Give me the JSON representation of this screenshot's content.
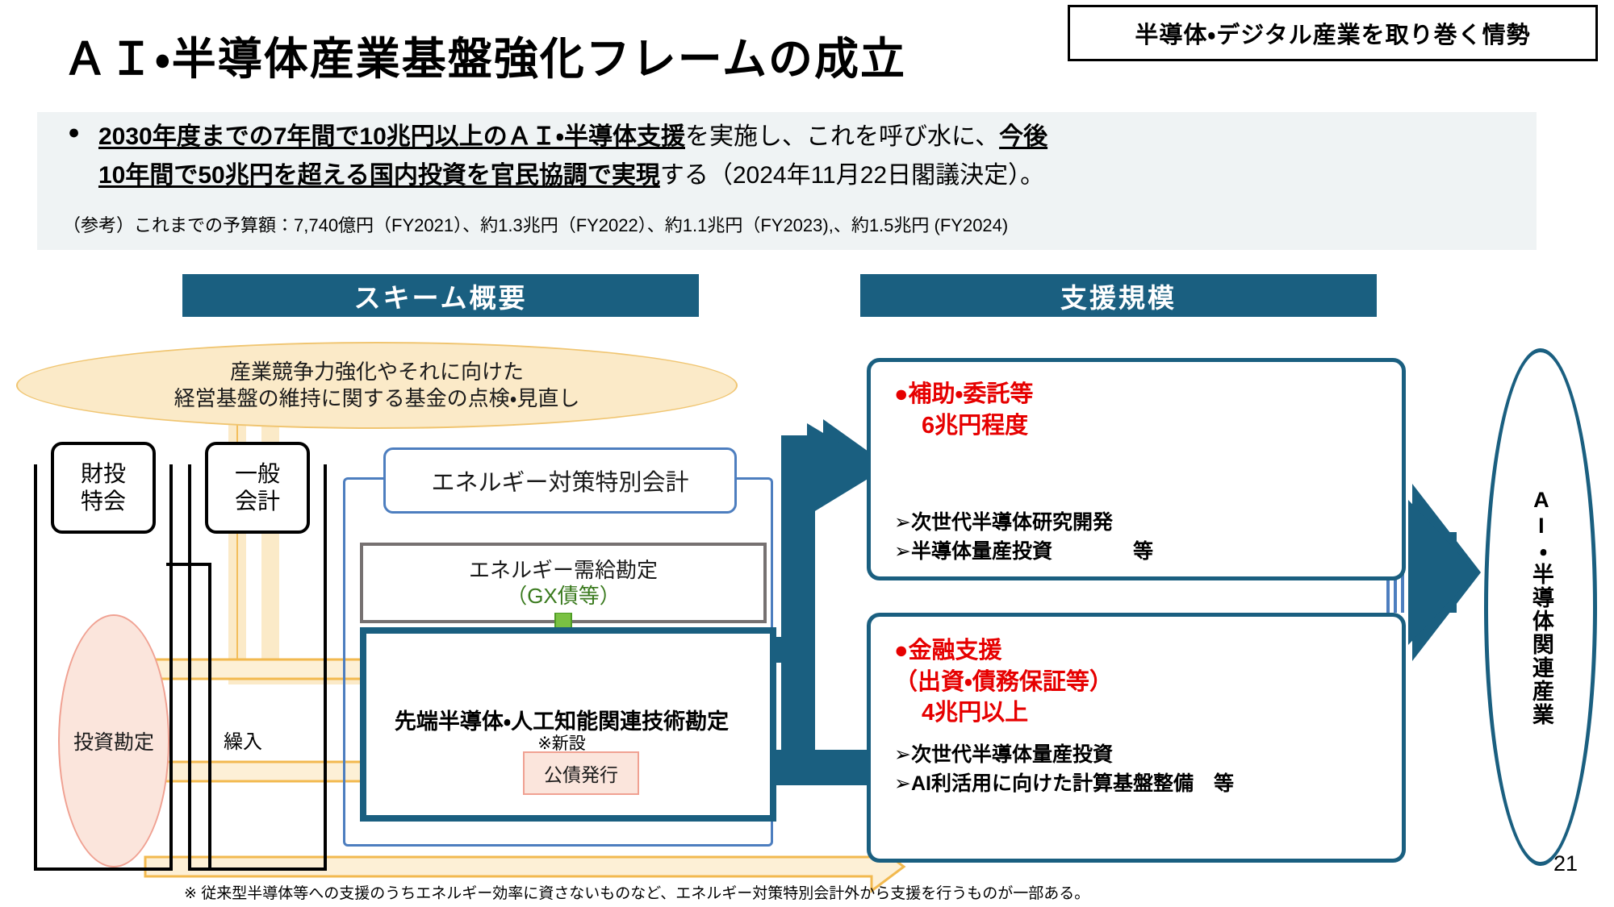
{
  "header": {
    "tag_label": "半導体・デジタル産業を取り巻く情勢",
    "title": "ＡＩ・半導体産業基盤強化フレームの成立"
  },
  "summary": {
    "bullet_glyph": "●",
    "line1_bold_a": "2030年度までの7年間で10兆円以上のＡＩ・半導体支援",
    "line1_normal": "を実施し、これを呼び水に、",
    "line1_bold_b": "今後",
    "line2_bold": "10年間で50兆円を超える国内投資を官民協調で実現",
    "line2_normal": "する（2024年11月22日閣議決定）。",
    "reference": "（参考）これまでの予算額：7,740億円（FY2021）、約1.3兆円（FY2022）、約1.1兆円（FY2023),、約1.5兆円 (FY2024)"
  },
  "ribbons": {
    "scheme": "スキーム概要",
    "scale": "支援規模"
  },
  "scheme": {
    "review_ellipse": {
      "line1": "産業競争力強化やそれに向けた",
      "line2": "経営基盤の維持に関する基金の点検・見直し"
    },
    "zaito_chip": {
      "line1": "財投",
      "line2": "特会"
    },
    "ippan_chip": {
      "line1": "一般",
      "line2": "会計"
    },
    "investment_ellipse": "投資勘定",
    "transfer_label": "繰入",
    "energy_account_title": "エネルギー対策特別会計",
    "gx_box": {
      "line1": "エネルギー需給勘定",
      "line2": "（GX債等）"
    },
    "advanced_account": {
      "title": "先端半導体・人工知能関連技術勘定",
      "sub": "※新設"
    },
    "bond_issue": "公債発行"
  },
  "support": {
    "subsidy": {
      "head_line1": "●補助・委託等",
      "head_line2": "6兆円程度",
      "item1": "次世代半導体研究開発",
      "item2": "半導体量産投資　　　　等"
    },
    "finance": {
      "head_line1": "●金融支援",
      "head_line2": "（出資・債務保証等）",
      "head_line3": "4兆円以上",
      "item1": "次世代半導体量産投資",
      "item2": "AI利活用に向けた計算基盤整備　等"
    },
    "list_marker": "➢"
  },
  "outcome": {
    "label": "AI・半導体関連産業"
  },
  "footer": {
    "footnote": "※ 従来型半導体等への支援のうちエネルギー効率に資さないものなど、エネルギー対策特別会計外から支援を行うものが一部ある。",
    "page_number": "21"
  },
  "colors": {
    "ribbon_teal": "#1a5f80",
    "accent_red": "#e60000",
    "yellow_fill": "#fbeac8",
    "yellow_stroke": "#f0c571",
    "pink_fill": "#fbe5dc",
    "pink_stroke": "#f0a192",
    "blue_outline": "#4d7ebf",
    "gray_outline": "#767171",
    "green_arrow": "#7ac143",
    "band_bg": "#eff3f4"
  }
}
